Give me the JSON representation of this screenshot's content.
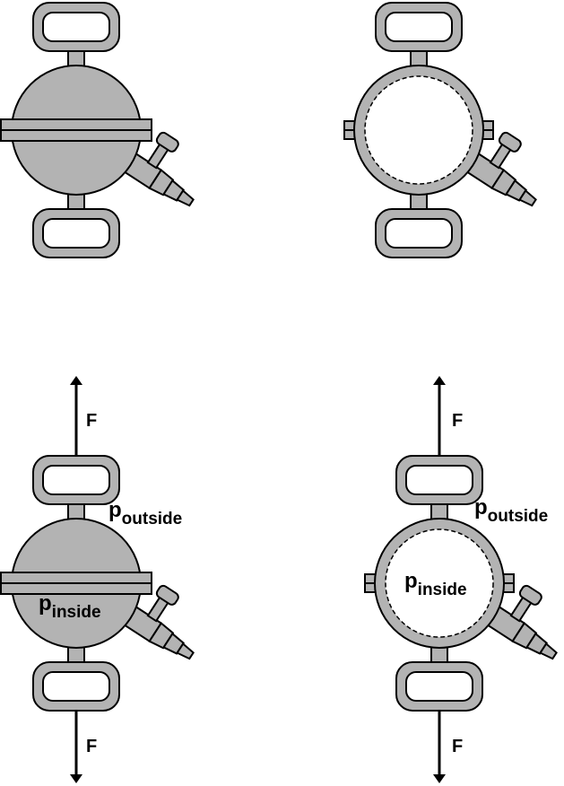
{
  "labels": {
    "force": "F",
    "pressure_symbol": "p",
    "outside_subscript": "outside",
    "inside_subscript": "inside"
  },
  "colors": {
    "body_fill": "#b3b3b3",
    "outline": "#000000",
    "vacuum_fill": "#ffffff",
    "background": "#ffffff"
  }
}
